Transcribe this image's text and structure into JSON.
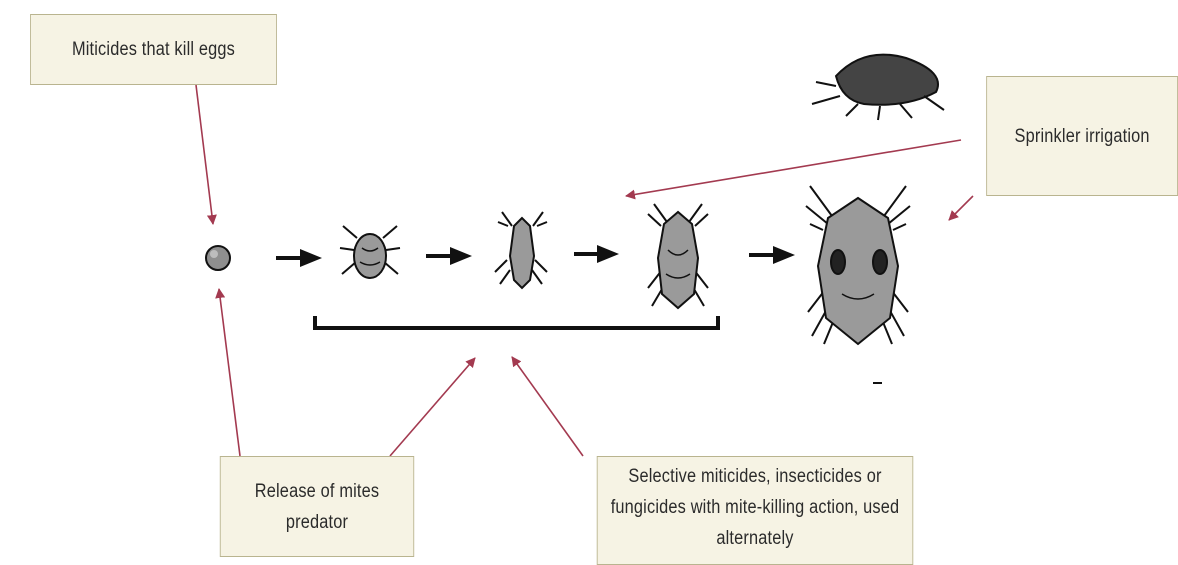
{
  "colors": {
    "arrow": "#a33a50",
    "box_fill": "#f6f3e4",
    "box_border": "#b9b48f",
    "mite_fill": "#9a9a9a",
    "outline": "#111111"
  },
  "stages": [
    "egg-icon",
    "larva-icon",
    "protonymph-icon",
    "deutonymph-icon",
    "adult-mite-icon",
    "mite-side-view-icon"
  ],
  "labels": {
    "eggs": "Miticides that kill eggs",
    "sprinkler": "Sprinkler irrigation",
    "predator": "Release of mites predator",
    "selective": "Selective miticides, insecticides or fungicides with mite-killing action, used alternately"
  }
}
